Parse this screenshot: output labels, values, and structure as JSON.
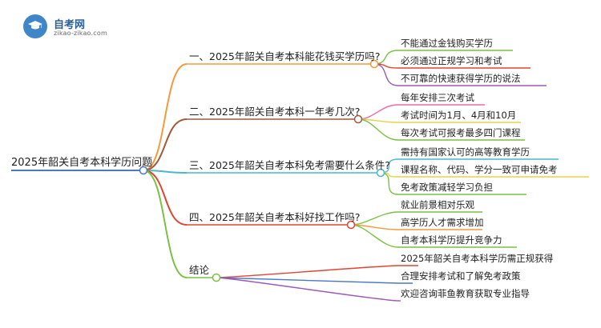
{
  "logo": {
    "name": "自考网",
    "url": "zikao-zikao.com"
  },
  "root": {
    "label": "2025年韶关自考本科学历问题"
  },
  "branches": [
    {
      "label": "一、2025年韶关自考本科能花钱买学历吗?",
      "color": "#f39a3a",
      "leaves": [
        "不能通过金钱购买学历",
        "必须通过正规学习和考试",
        "不可靠的快速获得学历的说法"
      ],
      "leaf_colors": [
        "#7ac143",
        "#e0452f",
        "#9b59b6"
      ]
    },
    {
      "label": "二、2025年韶关自考本科一年考几次?",
      "color": "#a05a3c",
      "leaves": [
        "每年安排三次考试",
        "考试时间为1月、4月和10月",
        "每次考试可报考最多四门课程"
      ],
      "leaf_colors": [
        "#f06aa6",
        "#e8d24a",
        "#7ac143"
      ]
    },
    {
      "label": "三、2025年韶关自考本科免考需要什么条件?",
      "color": "#49b9c7",
      "leaves": [
        "需持有国家认可的高等教育学历",
        "课程名称、代码、学分一致可申请免考",
        "免考政策减轻学习负担"
      ],
      "leaf_colors": [
        "#49b9c7",
        "#e8d24a",
        "#7ac143"
      ]
    },
    {
      "label": "四、2025年韶关自考本科好找工作吗?",
      "color": "#e0452f",
      "leaves": [
        "就业前景相对乐观",
        "高学历人才需求增加",
        "自考本科学历提升竞争力"
      ],
      "leaf_colors": [
        "#7ac143",
        "#f39a3a",
        "#7ac143"
      ]
    },
    {
      "label": "结论",
      "color": "#7ac143",
      "leaves": [
        "2025年韶关自考本科学历需正规获得",
        "合理安排考试和了解免考政策",
        "欢迎咨询菲鱼教育获取专业指导"
      ],
      "leaf_colors": [
        "#e0452f",
        "#4a79c9",
        "#9b59b6"
      ]
    }
  ]
}
